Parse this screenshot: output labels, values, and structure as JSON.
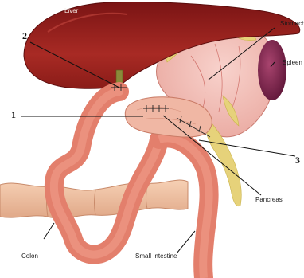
{
  "labels": {
    "liver": "Liver",
    "stomach": "Stomach",
    "spleen": "Spleen",
    "pancreas": "Pancreas",
    "colon": "Colon",
    "small_intestine": "Small Intestine"
  },
  "markers": {
    "m1": "1",
    "m2": "2",
    "m3": "3"
  }
}
